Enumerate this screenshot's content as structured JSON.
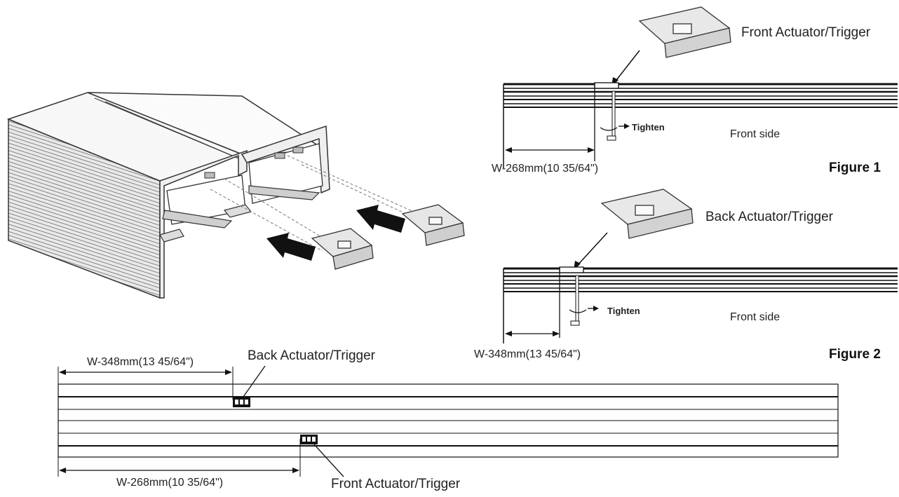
{
  "figure1": {
    "actuator_label": "Front Actuator/Trigger",
    "tighten_label": "Tighten",
    "side_label": "Front side",
    "dimension_label": "W-268mm(10 35/64\")",
    "figure_label": "Figure 1"
  },
  "figure2": {
    "actuator_label": "Back Actuator/Trigger",
    "tighten_label": "Tighten",
    "side_label": "Front side",
    "dimension_label": "W-348mm(13 45/64\")",
    "figure_label": "Figure 2"
  },
  "bottom_plan": {
    "back_dimension_label": "W-348mm(13 45/64\")",
    "back_actuator_label": "Back Actuator/Trigger",
    "front_dimension_label": "W-268mm(10 35/64\")",
    "front_actuator_label": "Front Actuator/Trigger"
  },
  "colors": {
    "ink": "#1a1a1a",
    "rail_fill": "#f2f2f2",
    "hatch": "#555555"
  }
}
